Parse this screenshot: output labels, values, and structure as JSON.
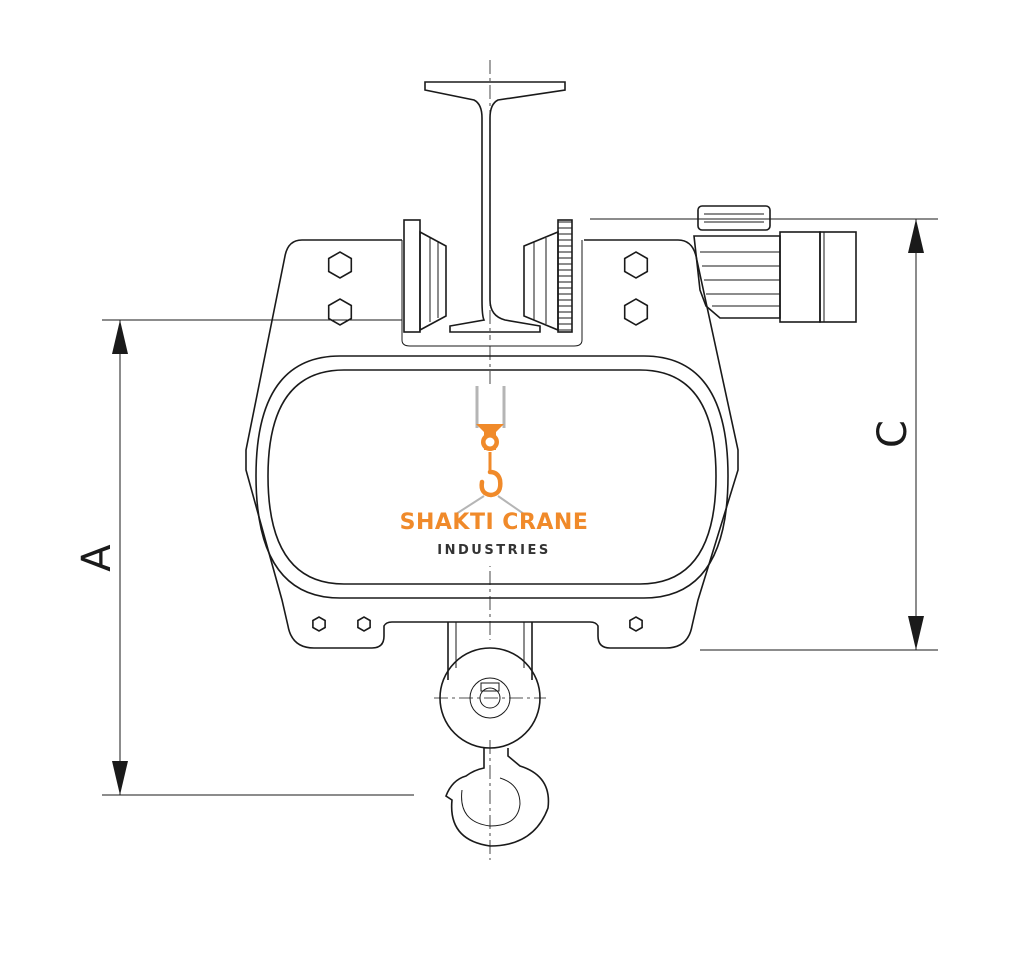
{
  "dimensions": {
    "a_label": "A",
    "c_label": "C"
  },
  "logo": {
    "title": "SHAKTI CRANE",
    "subtitle": "INDUSTRIES"
  },
  "colors": {
    "line": "#1a1a1a",
    "brand_orange": "#f08a2a",
    "brand_grey": "#333333",
    "logo_cable": "#b5b5b5"
  },
  "icons": [
    "crane-hook-icon",
    "hex-bolt-icon"
  ]
}
